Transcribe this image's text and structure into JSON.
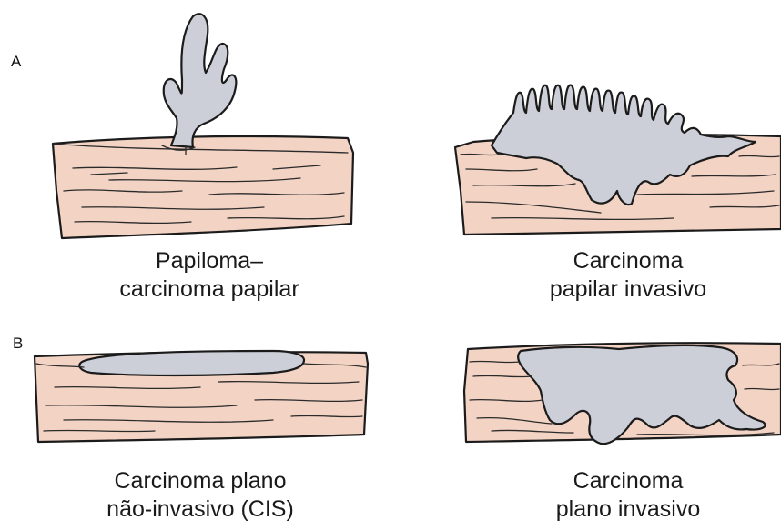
{
  "panels": {
    "a": {
      "letter": "A"
    },
    "b": {
      "letter": "B"
    }
  },
  "captions": {
    "papilloma": {
      "line1": "Papiloma–",
      "line2": "carcinoma papilar"
    },
    "papillary_invasive": {
      "line1": "Carcinoma",
      "line2": "papilar invasivo"
    },
    "flat_noninvasive": {
      "line1": "Carcinoma plano",
      "line2": "não-invasivo (CIS)"
    },
    "flat_invasive": {
      "line1": "Carcinoma",
      "line2": "plano invasivo"
    }
  },
  "colors": {
    "tissue": "#f3d3c4",
    "tumor": "#cdcfd8",
    "outline": "#1b1b1b"
  }
}
